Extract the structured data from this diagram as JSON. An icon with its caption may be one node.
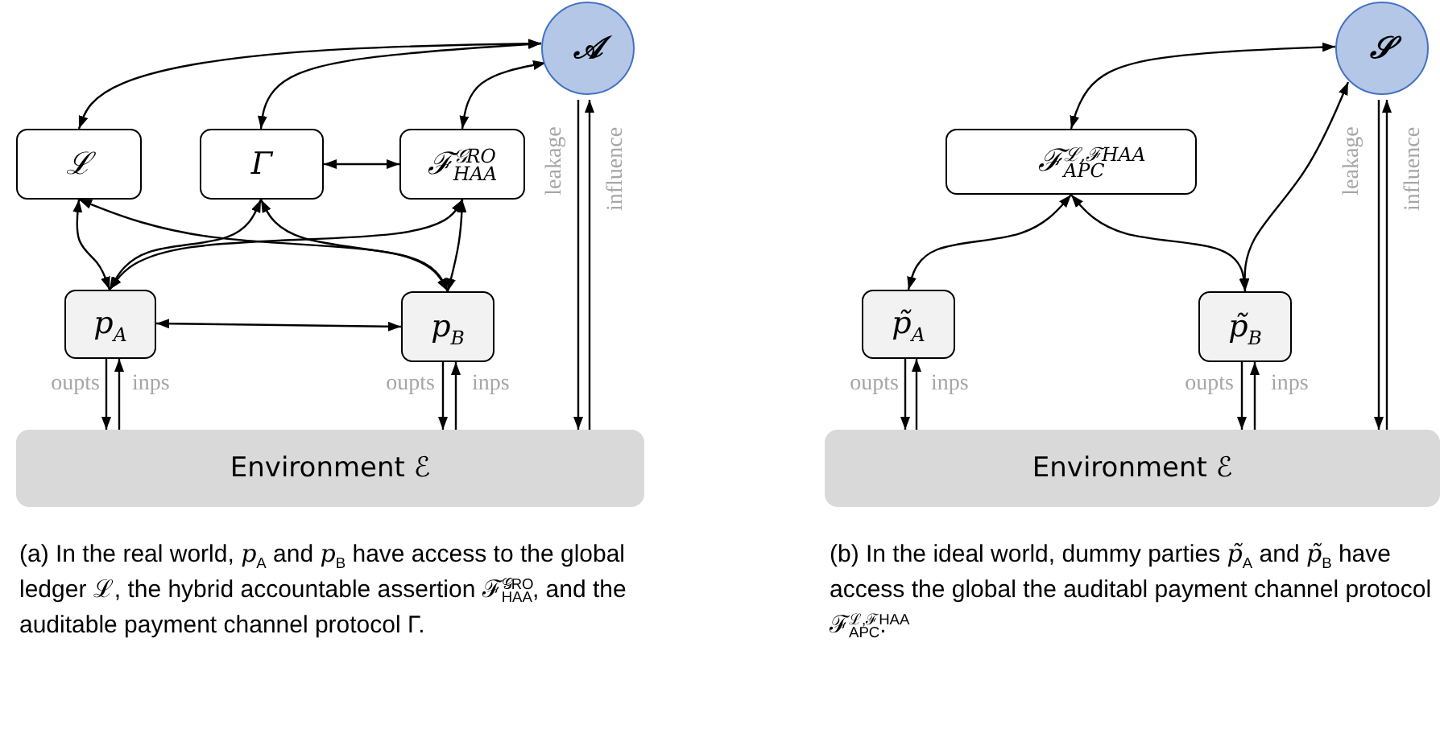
{
  "diagram": {
    "nodes": [
      {
        "text": [
          "𝒜"
        ]
      },
      {
        "text": [
          "ℒ"
        ]
      },
      {
        "text": [
          "Γ"
        ]
      },
      {
        "text": [
          "ℱ$^{𝒢RO}$$_{HAA}$"
        ]
      },
      {
        "text": [
          "*p*$_{A}$"
        ]
      },
      {
        "text": [
          "*p*$_{B}$"
        ]
      },
      {
        "text": [
          "Environment ℰ"
        ]
      },
      {
        "text": [
          "𝒮"
        ]
      },
      {
        "text": [
          "ℱ$^{ℒ,ℱHAA}$$_{APC}$"
        ]
      },
      {
        "text": [
          "*p̃*$_{A}$"
        ]
      },
      {
        "text": [
          "*p̃*$_{B}$"
        ]
      },
      {
        "text": [
          "Environment ℰ"
        ]
      }
    ],
    "edges": [
      {
        "from": 0,
        "to": 1,
        "arrow": "both"
      },
      {
        "from": 0,
        "to": 2,
        "arrow": "both"
      },
      {
        "from": 0,
        "to": 3,
        "arrow": "both"
      },
      {
        "from": 2,
        "to": 3,
        "arrow": "both"
      },
      {
        "from": 1,
        "to": 4,
        "arrow": "both"
      },
      {
        "from": 1,
        "to": 5,
        "arrow": "both"
      },
      {
        "from": 2,
        "to": 4,
        "arrow": "both"
      },
      {
        "from": 2,
        "to": 5,
        "arrow": "both"
      },
      {
        "from": 3,
        "to": 4,
        "arrow": "both"
      },
      {
        "from": 3,
        "to": 5,
        "arrow": "both"
      },
      {
        "from": 4,
        "to": 5,
        "arrow": "both"
      },
      {
        "from": 4,
        "to": 6,
        "arrow": "to",
        "label": "oupts"
      },
      {
        "from": 6,
        "to": 4,
        "arrow": "to",
        "label": "inps"
      },
      {
        "from": 5,
        "to": 6,
        "arrow": "to",
        "label": "oupts"
      },
      {
        "from": 6,
        "to": 5,
        "arrow": "to",
        "label": "inps"
      },
      {
        "from": 0,
        "to": 6,
        "arrow": "to",
        "label": "leakage"
      },
      {
        "from": 6,
        "to": 0,
        "arrow": "to",
        "label": "influence"
      },
      {
        "from": 7,
        "to": 8,
        "arrow": "both"
      },
      {
        "from": 7,
        "to": 10,
        "arrow": "both"
      },
      {
        "from": 8,
        "to": 9,
        "arrow": "both"
      },
      {
        "from": 8,
        "to": 10,
        "arrow": "both"
      },
      {
        "from": 9,
        "to": 11,
        "arrow": "to",
        "label": "oupts"
      },
      {
        "from": 11,
        "to": 9,
        "arrow": "to",
        "label": "inps"
      },
      {
        "from": 10,
        "to": 11,
        "arrow": "to",
        "label": "oupts"
      },
      {
        "from": 11,
        "to": 10,
        "arrow": "to",
        "label": "inps"
      },
      {
        "from": 7,
        "to": 11,
        "arrow": "to",
        "label": "leakage"
      },
      {
        "from": 11,
        "to": 7,
        "arrow": "to",
        "label": "influence"
      }
    ],
    "labels": [
      "(a) In the real world, *p*$_{A}$ and *p*$_{B}$ have access to the global ledger ℒ, the hybrid accountable assertion ℱ$^{𝒢RO}$$_{HAA}$, and the auditable payment channel protocol Γ.",
      "(b) In the ideal world, dummy parties *p̃*$_{A}$ and *p̃*$_{B}$ have access the global the auditabl payment channel protocol ℱ$^{ℒ,ℱHAA}$$_{APC}$."
    ]
  }
}
